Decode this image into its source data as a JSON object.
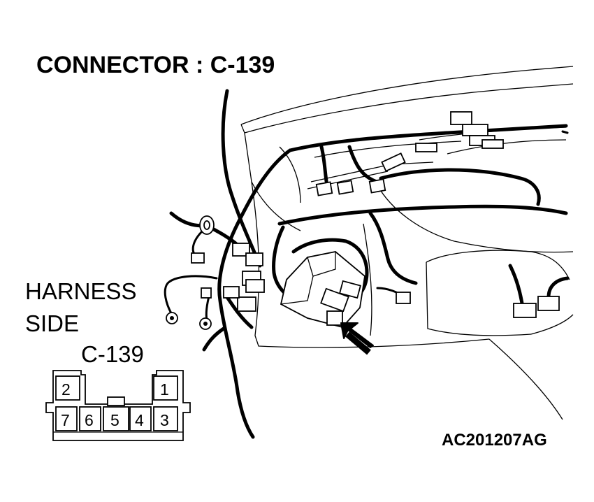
{
  "title": "CONNECTOR : C-139",
  "harness_label_line1": "HARNESS",
  "harness_label_line2": "SIDE",
  "connector_label": "C-139",
  "pins": {
    "p1": "1",
    "p2": "2",
    "p3": "3",
    "p4": "4",
    "p5": "5",
    "p6": "6",
    "p7": "7"
  },
  "figure_code": "AC201207AG"
}
